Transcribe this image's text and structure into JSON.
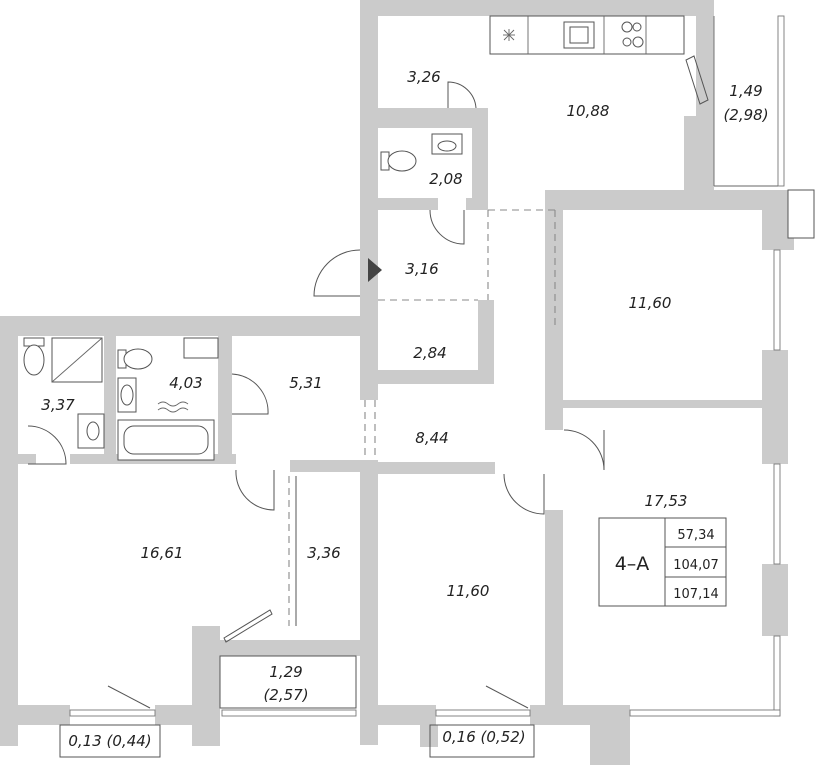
{
  "rooms": {
    "storage_top": "3,26",
    "kitchen": "10,88",
    "balcony_right_area": "1,49",
    "balcony_right_full": "(2,98)",
    "wc": "2,08",
    "entry": "3,16",
    "closet": "2,84",
    "bedroom_right_top": "11,60",
    "bathroom_left": "3,37",
    "bathroom_main": "4,03",
    "dressing": "5,31",
    "hall": "8,44",
    "bedroom_left": "16,61",
    "wardrobe": "3,36",
    "bedroom_middle": "11,60",
    "living": "17,53",
    "loggia_middle_area": "1,29",
    "loggia_middle_full": "(2,57)",
    "balcony_left": "0,13 (0,44)",
    "balcony_center": "0,16 (0,52)"
  },
  "summary": {
    "code": "4–А",
    "living_area": "57,34",
    "total_area": "104,07",
    "total_with_balconies": "107,14"
  },
  "icons": [
    "entrance-arrow-icon",
    "cooktop-icon",
    "sink-icon",
    "toilet-icon",
    "shower-icon",
    "bathtub-icon",
    "washbasin-icon",
    "washing-machine-icon",
    "radiator-icon"
  ]
}
